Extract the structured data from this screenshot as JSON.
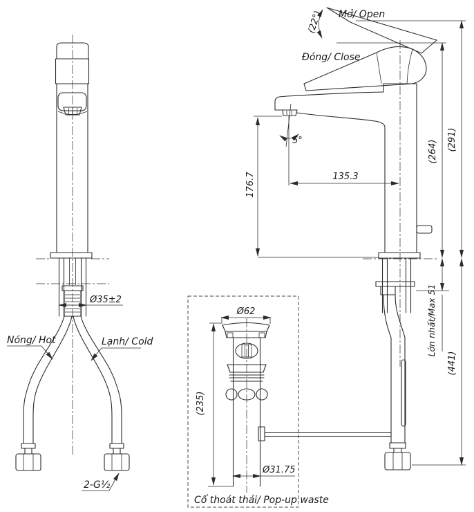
{
  "side_view": {
    "open": "Mở/ Open",
    "close": "Đóng/ Close",
    "open_angle": "(22°)",
    "spout_angle": "5°",
    "height_overall": "(291)",
    "height_to_handle": "(264)",
    "spout_reach": "135.3",
    "spout_height": "176.7",
    "max_deck": "Lớn nhất/Max 51",
    "below_deck": "(441)"
  },
  "front_view": {
    "body_dia": "Ø35±2",
    "hot": "Nóng/ Hot",
    "cold": "Lạnh/ Cold",
    "thread": "2-G½"
  },
  "popup_waste": {
    "title": "Cổ thoát thải/ Pop-up waste",
    "cap_dia": "Ø62",
    "height": "(235)",
    "pipe_dia": "Ø31.75"
  },
  "colors": {
    "line": "#2b2b2b",
    "text": "#1a1a1a",
    "background": "#ffffff"
  }
}
